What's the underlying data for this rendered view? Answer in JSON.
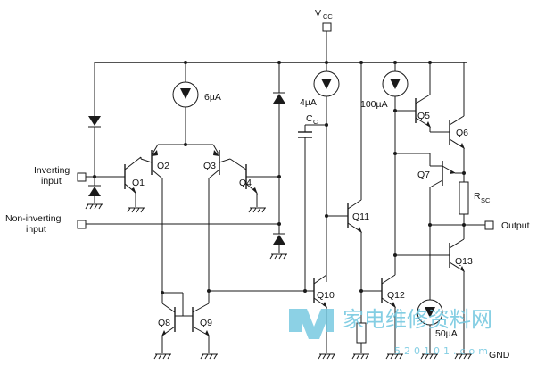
{
  "labels": {
    "vcc_main": "V",
    "vcc_sub": "CC",
    "current_6ua": "6µA",
    "current_4ua": "4µA",
    "current_100ua": "100µA",
    "current_50ua": "50µA",
    "cap_main": "C",
    "cap_sub": "C",
    "rsc_main": "R",
    "rsc_sub": "SC",
    "inverting_line1": "Inverting",
    "inverting_line2": "input",
    "noninverting_line1": "Non-inverting",
    "noninverting_line2": "input",
    "output": "Output",
    "gnd": "GND"
  },
  "transistors": [
    "Q1",
    "Q2",
    "Q3",
    "Q4",
    "Q5",
    "Q6",
    "Q7",
    "Q8",
    "Q9",
    "Q10",
    "Q11",
    "Q12",
    "Q13"
  ],
  "watermark": {
    "text": "家电维修资料网",
    "url_text": "520101.com",
    "color": "#6fc6df"
  }
}
